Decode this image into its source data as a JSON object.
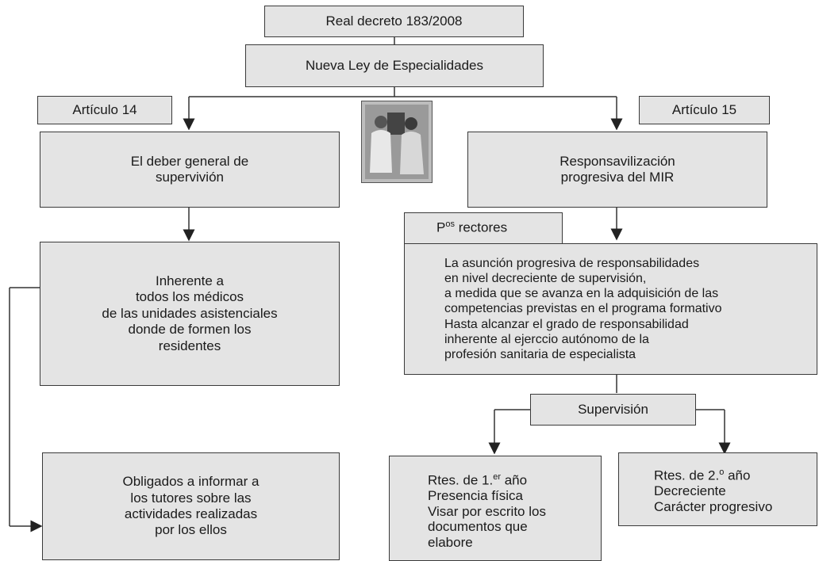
{
  "header": {
    "decree": "Real decreto 183/2008",
    "law": "Nueva Ley de Especialidades"
  },
  "left": {
    "article": "Artículo 14",
    "duty": "El deber general de\nsupervivión",
    "inherent": "Inherente a\ntodos los médicos\nde las unidades asistenciales\ndonde de formen los\nresidentes",
    "obliged": "Obligados a informar a\nlos tutores sobre las\nactividades realizadas\npor los ellos"
  },
  "right": {
    "article": "Artículo 15",
    "responsibility": "Responsavilización\nprogresiva del MIR",
    "principles_prefix": "P",
    "principles_sup": "os",
    "principles_suffix": " rectores",
    "principles_text": "La asunción progresiva de responsabilidades\nen nivel decreciente de supervisión,\na medida que se avanza en la adquisición de las\ncompetencias previstas en el programa formativo\nHasta alcanzar el grado de responsabilidad\ninherente al ejerccio autónomo de la\nprofesión sanitaria de especialista",
    "supervision": "Supervisión",
    "first_year_prefix": "Rtes. de 1.",
    "first_year_sup": "er",
    "first_year_suffix": " año",
    "first_year_rest": "Presencia física\nVisar por escrito los\ndocumentos que\nelabore",
    "second_year_prefix": "Rtes. de 2.",
    "second_year_sup": "o",
    "second_year_suffix": " año",
    "second_year_rest": "Decreciente\nCarácter progresivo"
  },
  "colors": {
    "box_fill": "#e4e4e4",
    "border": "#3a3a3a"
  }
}
